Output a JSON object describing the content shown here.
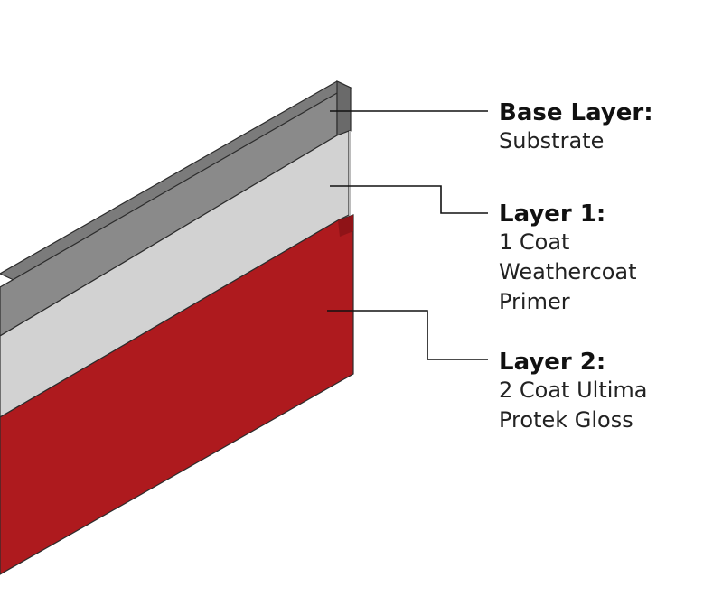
{
  "layers": [
    {
      "key": "base",
      "title": "Base Layer:",
      "description": [
        "Substrate"
      ],
      "color": "#8a8a8a"
    },
    {
      "key": "layer1",
      "title": "Layer 1:",
      "description": [
        "1 Coat",
        "Weathercoat",
        "Primer"
      ],
      "color": "#d2d2d2"
    },
    {
      "key": "layer2",
      "title": "Layer 2:",
      "description": [
        "2 Coat Ultima",
        "Protek Gloss"
      ],
      "color": "#ae1a1e"
    }
  ],
  "colors": {
    "base_top": "#7b7b7b",
    "base_front": "#8a8a8a",
    "base_side": "#6a6a6a",
    "primer_front": "#d2d2d2",
    "primer_side": "#bcbcbc",
    "gloss_front": "#ae1a1e",
    "gloss_side": "#8f1317",
    "edge": "#2c2c2c",
    "leader": "#111111"
  }
}
